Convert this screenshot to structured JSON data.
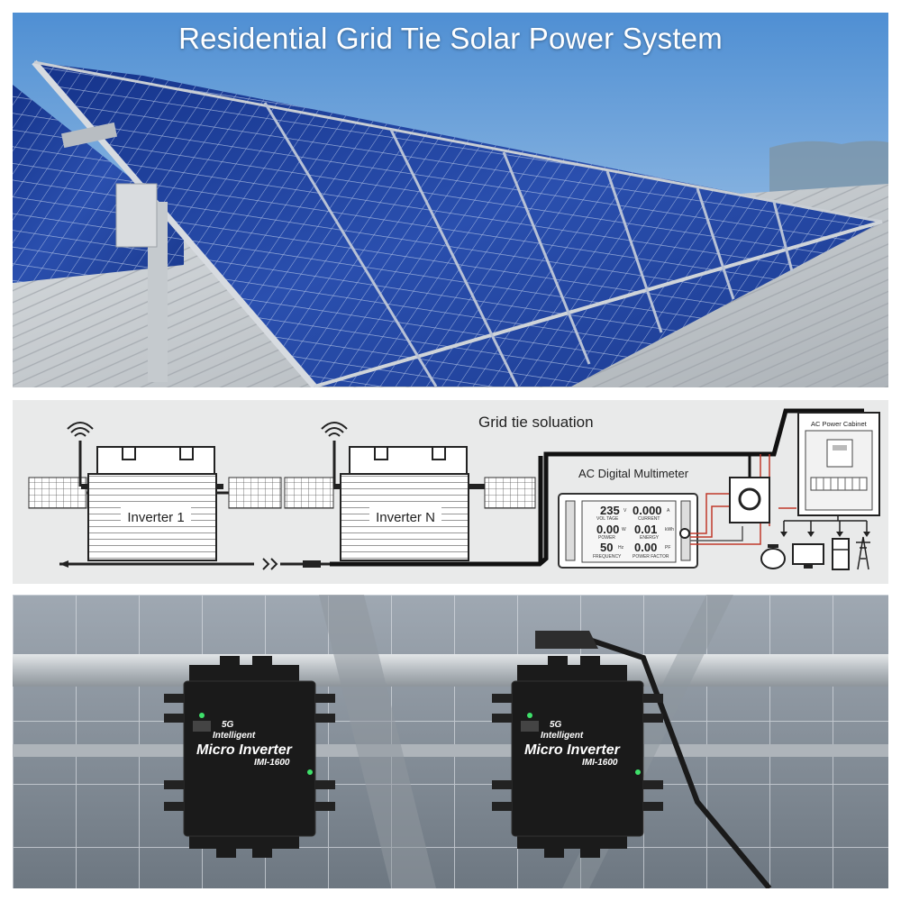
{
  "headline": "Residential Grid Tie Solar Power System",
  "diagram": {
    "title": "Grid tie soluation",
    "inverter_1": "Inverter 1",
    "inverter_n": "Inverter N",
    "meter_title": "AC Digital Multimeter",
    "cabinet_label": "AC Power Cabinet",
    "meter": {
      "voltage_value": "235",
      "voltage_unit": "V",
      "voltage_label": "VOL TAGE",
      "current_value": "0.000",
      "current_unit": "A",
      "current_label": "CURRENT",
      "power_value": "0.00",
      "power_unit": "W",
      "power_label": "POWER",
      "energy_value": "0.01",
      "energy_unit": "kWh",
      "energy_label": "ENERGY",
      "frequency_value": "50",
      "frequency_unit": "Hz",
      "frequency_label": "FREQUENCY",
      "pf_value": "0.00",
      "pf_unit": "PF",
      "pf_label": "POWER FACTOR"
    }
  },
  "device": {
    "badge": "5G",
    "line1": "Intelligent",
    "line2": "Micro Inverter",
    "model": "IMI-1600"
  },
  "colors": {
    "sky": "#5f97d3",
    "panel_blue": "#1e3c8c",
    "diagram_bg": "#e9eaea",
    "device_body": "#1a1a1a",
    "led": "#3ee06a"
  }
}
